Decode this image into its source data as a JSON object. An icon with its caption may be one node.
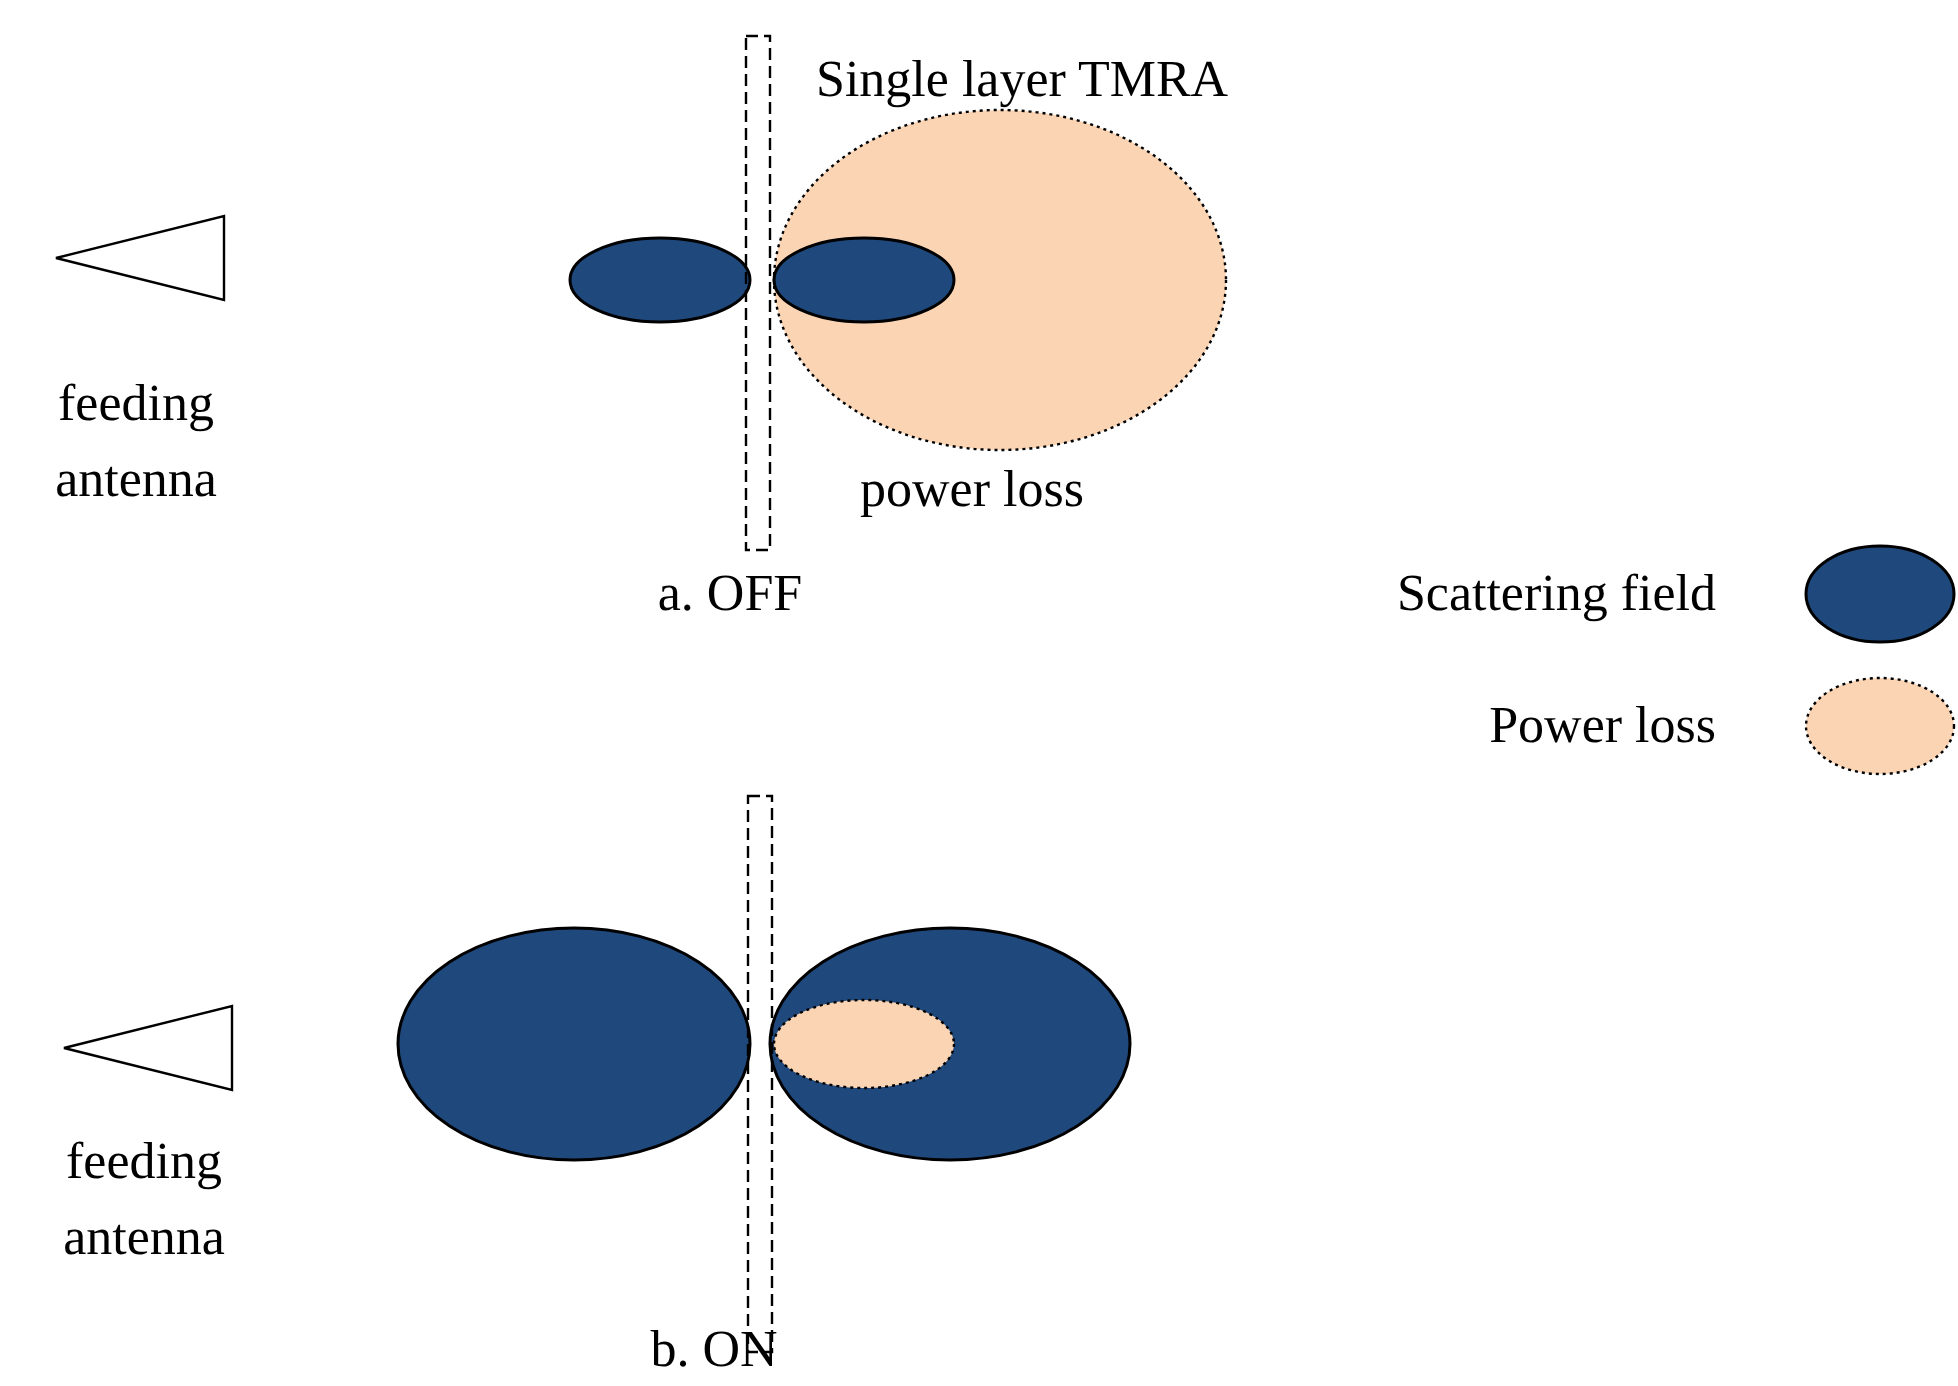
{
  "diagram": {
    "labels": [
      "Single layer TMRA",
      "feeding antenna",
      "power loss",
      "a. OFF",
      "feeding antenna",
      "b. ON"
    ],
    "legend": [
      {
        "text": "Scattering field",
        "color": "#1f497d"
      },
      {
        "text": "Power loss",
        "color": "#fbd4b4"
      }
    ]
  }
}
